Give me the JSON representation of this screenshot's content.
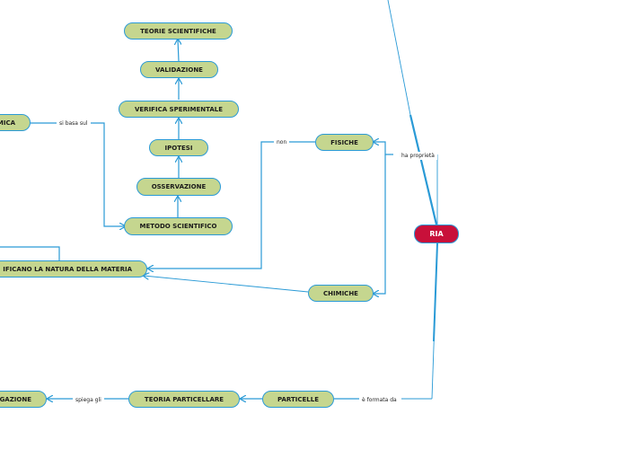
{
  "nodes": {
    "center": "RIA",
    "teorie": "TEORIE SCIENTIFICHE",
    "validazione": "VALIDAZIONE",
    "verifica": "VERIFICA SPERIMENTALE",
    "ipotesi": "IPOTESI",
    "osservazione": "OSSERVAZIONE",
    "metodo": "METODO SCIENTIFICO",
    "mica": "MICA",
    "natura": "IFICANO LA NATURA DELLA MATERIA",
    "fisiche": "FISICHE",
    "chimiche": "CHIMICHE",
    "particelle": "PARTICELLE",
    "teoria_part": "TEORIA PARTICELLARE",
    "gazione": "GAZIONE"
  },
  "labels": {
    "si_basa": "si basa sul",
    "non": "non",
    "ha_proprieta": "ha proprietà",
    "formata_da": "è formata da",
    "spiega_gli": "spiega gli"
  },
  "colors": {
    "line": "#2a9ad6",
    "node_fill": "#c5d68f",
    "center_fill": "#c8103a"
  }
}
